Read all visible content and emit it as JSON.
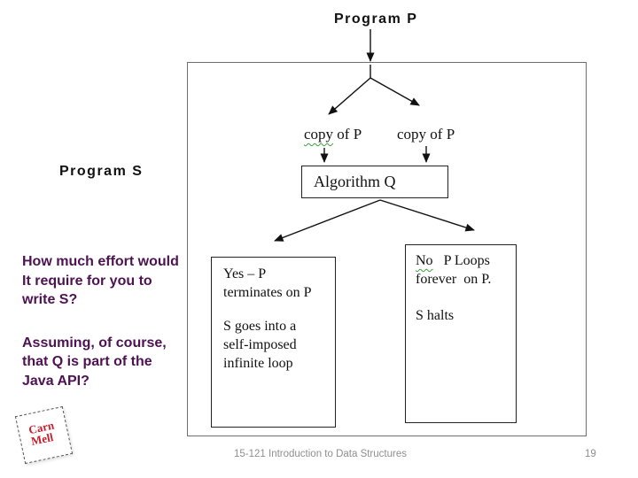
{
  "labels": {
    "program_p": "Program P",
    "program_s": "Program S",
    "copy_left": {
      "underlined": "copy",
      "rest": " of P"
    },
    "copy_right": "copy of P",
    "algorithm_q": "Algorithm Q"
  },
  "yes_box": {
    "para1": [
      "Yes – P",
      "terminates on P"
    ],
    "para2": [
      "S goes into a",
      "self-imposed",
      "infinite loop"
    ]
  },
  "no_box": {
    "line1": {
      "underlined": "No",
      "rest": "   P Loops"
    },
    "line2": "forever  on P.",
    "para2": [
      "S halts"
    ]
  },
  "notes": {
    "para1": [
      "How much effort would",
      "It require for you to",
      "write S?"
    ],
    "para2": [
      "Assuming, of course,",
      "that Q is part of the",
      "Java API?"
    ]
  },
  "footer": {
    "course": "15-121 Introduction to Data Structures",
    "page": "19"
  },
  "logo": {
    "line1": "Carn",
    "line2": "Mell"
  },
  "icons": {
    "arrowhead": "filled black triangle arrowhead",
    "wavy_underline": "green spell-check squiggle"
  },
  "colors": {
    "note_text": "#4e1253",
    "frame_border": "#6e6e6e",
    "box_border": "#222222",
    "arrow": "#111111",
    "wavy_underline": "#3ca03c",
    "footer_text": "#8f8f8f",
    "logo_text": "#c5202c"
  }
}
